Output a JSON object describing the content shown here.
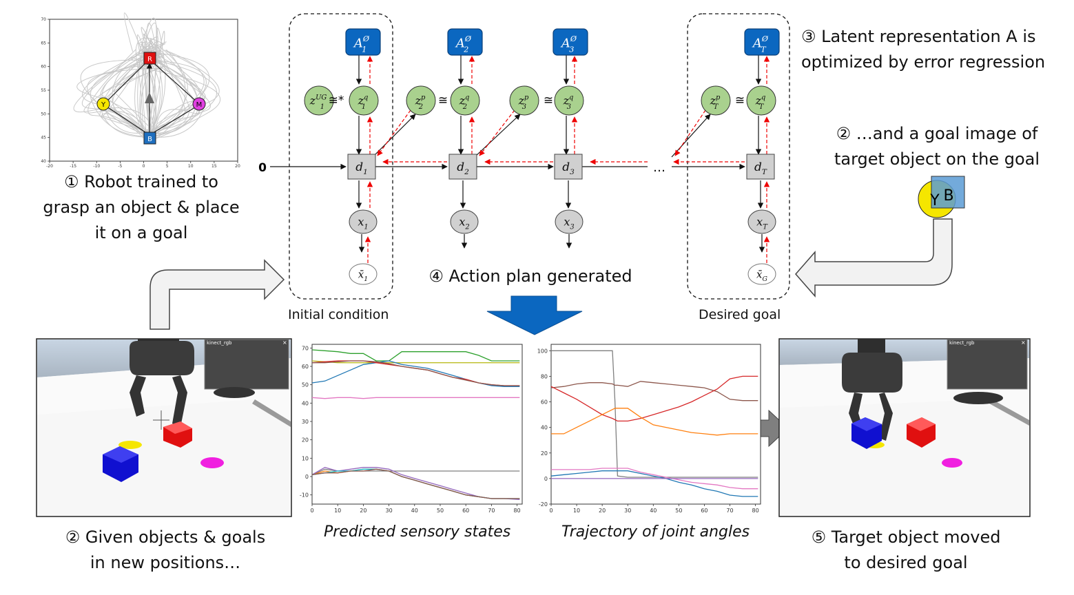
{
  "captions": {
    "step1_line1": "① Robot trained to",
    "step1_line2": "grasp an object & place",
    "step1_line3": "it on a goal",
    "step2a_line1": "② Given objects & goals",
    "step2a_line2": "in new positions…",
    "step2b_line1": "② …and a goal image of",
    "step2b_line2": "target object on the goal",
    "step3_line1": "③ Latent representation A is",
    "step3_line2": "optimized by error regression",
    "step4": "④ Action plan generated",
    "step5_line1": "⑤ Target object moved",
    "step5_line2": "to desired goal",
    "initial_condition": "Initial condition",
    "desired_goal": "Desired goal",
    "predicted_states": "Predicted sensory states",
    "joint_trajectory": "Trajectory of joint angles"
  },
  "graph": {
    "zero_input": "0",
    "ellipsis": "…",
    "congruent": "≅",
    "congruent_star": "≅*",
    "A_nodes": [
      {
        "base": "A",
        "sub": "1",
        "sup": "Ø"
      },
      {
        "base": "A",
        "sub": "2",
        "sup": "Ø"
      },
      {
        "base": "A",
        "sub": "3",
        "sup": "Ø"
      },
      {
        "base": "A",
        "sub": "T",
        "sup": "Ø"
      }
    ],
    "zq_nodes": [
      {
        "base": "z",
        "sub": "1",
        "sup": "q"
      },
      {
        "base": "z",
        "sub": "2",
        "sup": "q"
      },
      {
        "base": "z",
        "sub": "3",
        "sup": "q"
      },
      {
        "base": "z",
        "sub": "T",
        "sup": "q"
      }
    ],
    "zp_nodes": [
      {
        "base": "z",
        "sub": "1",
        "sup": "UG"
      },
      {
        "base": "z",
        "sub": "2",
        "sup": "p"
      },
      {
        "base": "z",
        "sub": "3",
        "sup": "p"
      },
      {
        "base": "z",
        "sub": "T",
        "sup": "p"
      }
    ],
    "d_nodes": [
      {
        "base": "d",
        "sub": "1"
      },
      {
        "base": "d",
        "sub": "2"
      },
      {
        "base": "d",
        "sub": "3"
      },
      {
        "base": "d",
        "sub": "T"
      }
    ],
    "x_nodes": [
      {
        "base": "x",
        "sub": "1"
      },
      {
        "base": "x",
        "sub": "2"
      },
      {
        "base": "x",
        "sub": "3"
      },
      {
        "base": "x",
        "sub": "T"
      }
    ],
    "target_nodes": [
      {
        "base": "x̄",
        "sub": "1"
      },
      {
        "base": "x̄",
        "sub": "G"
      }
    ]
  },
  "training_plot": {
    "x_ticks": [
      "-20",
      "-15",
      "-10",
      "-5",
      "0",
      "5",
      "10",
      "15",
      "20"
    ],
    "y_ticks": [
      "40",
      "45",
      "50",
      "55",
      "60",
      "65",
      "70"
    ],
    "labels": {
      "R": "R",
      "Y": "Y",
      "M": "M",
      "B": "B"
    }
  },
  "goal_image": {
    "label_y": "Y",
    "label_b": "B"
  },
  "sim_window": {
    "title": "kinect_rgb",
    "close": "×"
  },
  "chart_data": [
    {
      "type": "line",
      "title": "",
      "xlabel": "",
      "ylabel": "",
      "xlim": [
        0,
        82
      ],
      "ylim": [
        -15,
        72
      ],
      "x_ticks": [
        0,
        10,
        20,
        30,
        40,
        50,
        60,
        70,
        80
      ],
      "y_ticks": [
        -10,
        0,
        10,
        20,
        30,
        40,
        50,
        60,
        70
      ],
      "x": [
        0,
        5,
        10,
        15,
        20,
        25,
        30,
        35,
        40,
        45,
        50,
        55,
        60,
        65,
        70,
        75,
        81
      ],
      "series": [
        {
          "color": "#2ca02c",
          "values": [
            69,
            68.5,
            68,
            67,
            67,
            63,
            63,
            68,
            68,
            68,
            68,
            68,
            68,
            66,
            63,
            63,
            63
          ]
        },
        {
          "color": "#bcbd22",
          "values": [
            63,
            62.5,
            62,
            62,
            62,
            62,
            62,
            62,
            62,
            62,
            62,
            62,
            62,
            62,
            62,
            62,
            62
          ]
        },
        {
          "color": "#1f77b4",
          "values": [
            51,
            52,
            55,
            58,
            61,
            62,
            63,
            61,
            60,
            59,
            57,
            55,
            53,
            51,
            49.5,
            49,
            49
          ]
        },
        {
          "color": "#d62728",
          "values": [
            62,
            62.5,
            63,
            63,
            63,
            62,
            61,
            60,
            59,
            58,
            56,
            54,
            53,
            51,
            50,
            49.5,
            49.5
          ]
        },
        {
          "color": "#8c564b",
          "values": [
            62,
            62,
            62.5,
            63,
            63,
            62.5,
            61.5,
            60,
            59,
            58,
            56,
            54,
            52.5,
            51,
            50,
            49.5,
            49.5
          ]
        },
        {
          "color": "#e377c2",
          "values": [
            43,
            42.5,
            43,
            43,
            42.5,
            43,
            43,
            43,
            43,
            43,
            43,
            43,
            43,
            43,
            43,
            43,
            43
          ]
        },
        {
          "color": "#7f7f7f",
          "values": [
            1,
            4,
            3,
            3,
            3,
            3,
            3,
            3,
            3,
            3,
            3,
            3,
            3,
            3,
            3,
            3,
            3
          ]
        },
        {
          "color": "#ff7f0e",
          "values": [
            1,
            3,
            2,
            3,
            4,
            4,
            3,
            0,
            -2,
            -4,
            -6,
            -8,
            -10,
            -11,
            -12,
            -12,
            -12
          ]
        },
        {
          "color": "#9467bd",
          "values": [
            1,
            5,
            3,
            4,
            5,
            5,
            4,
            1,
            -1,
            -3,
            -5,
            -7,
            -9,
            -11,
            -12,
            -12,
            -12.5
          ]
        },
        {
          "color": "#17becf",
          "values": [
            1,
            2,
            3,
            3,
            4,
            4,
            3,
            0,
            -2,
            -4,
            -6,
            -8,
            -10,
            -11,
            -12,
            -12,
            -12
          ]
        },
        {
          "color": "#8c564b",
          "values": [
            1,
            2,
            2,
            3,
            3,
            4,
            3,
            0,
            -2,
            -4,
            -6,
            -8,
            -10,
            -11,
            -12,
            -12,
            -12
          ]
        }
      ]
    },
    {
      "type": "line",
      "title": "",
      "xlabel": "",
      "ylabel": "",
      "xlim": [
        0,
        82
      ],
      "ylim": [
        -20,
        105
      ],
      "x_ticks": [
        0,
        10,
        20,
        30,
        40,
        50,
        60,
        70,
        80
      ],
      "y_ticks": [
        -20,
        0,
        20,
        40,
        60,
        80,
        100
      ],
      "x": [
        0,
        5,
        10,
        15,
        20,
        24,
        25,
        26,
        30,
        35,
        40,
        45,
        50,
        55,
        60,
        65,
        70,
        75,
        81
      ],
      "series": [
        {
          "color": "#7f7f7f",
          "values": [
            100,
            100,
            100,
            100,
            100,
            100,
            60,
            2,
            1,
            1,
            1,
            1,
            1,
            1,
            1,
            1,
            1,
            1,
            1
          ]
        },
        {
          "color": "#8c564b",
          "values": [
            71,
            72,
            74,
            75,
            75,
            74,
            73,
            73,
            72,
            76,
            75,
            74,
            73,
            72,
            71,
            68,
            62,
            61,
            61
          ]
        },
        {
          "color": "#d62728",
          "values": [
            72,
            67,
            62,
            56,
            50,
            47,
            46,
            45,
            45,
            47,
            50,
            53,
            56,
            60,
            65,
            70,
            78,
            80,
            80
          ]
        },
        {
          "color": "#ff7f0e",
          "values": [
            35,
            35,
            40,
            45,
            50,
            54,
            55,
            55,
            55,
            48,
            42,
            40,
            38,
            36,
            35,
            34,
            35,
            35,
            35
          ]
        },
        {
          "color": "#e377c2",
          "values": [
            7,
            7,
            7,
            7,
            8,
            8,
            8,
            8,
            8,
            5,
            3,
            1,
            -1,
            -3,
            -4,
            -5,
            -7,
            -8,
            -8
          ]
        },
        {
          "color": "#1f77b4",
          "values": [
            2,
            3,
            4,
            5,
            6,
            6,
            6,
            6,
            6,
            4,
            2,
            0,
            -3,
            -5,
            -8,
            -10,
            -13,
            -14,
            -14
          ]
        },
        {
          "color": "#9467bd",
          "values": [
            0,
            0,
            0,
            0,
            0,
            0,
            0,
            0,
            0,
            0,
            0,
            0,
            0,
            0,
            0,
            0,
            0,
            0,
            0
          ]
        }
      ]
    }
  ]
}
